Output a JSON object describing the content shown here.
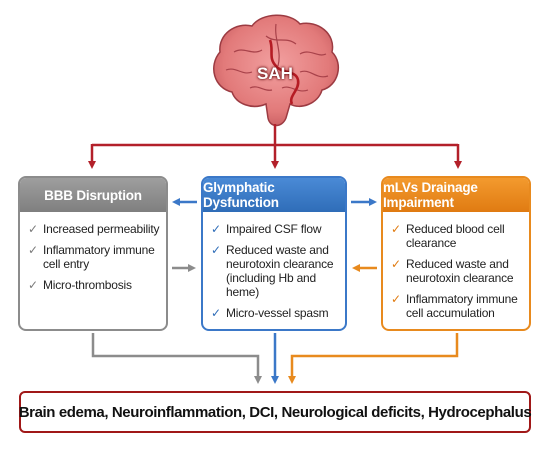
{
  "center": {
    "label": "SAH",
    "icon": "brain-icon"
  },
  "boxes": [
    {
      "title": "BBB Disruption",
      "color": "#8c8c8c",
      "items": [
        "Increased permeability",
        "Inflammatory immune cell entry",
        "Micro-thrombosis"
      ]
    },
    {
      "title": "Glymphatic Dysfunction",
      "color": "#3b78c8",
      "items": [
        "Impaired CSF flow",
        "Reduced waste and neurotoxin clearance (including Hb and heme)",
        "Micro-vessel spasm"
      ]
    },
    {
      "title": "mLVs Drainage Impairment",
      "color": "#e88a1e",
      "items": [
        "Reduced blood cell clearance",
        "Reduced waste and neurotoxin clearance",
        "Inflammatory immune cell accumulation"
      ]
    }
  ],
  "outcome": {
    "text": "Brain edema, Neuroinflammation, DCI, Neurological deficits, Hydrocephalus",
    "color": "#a01818"
  },
  "colors": {
    "sah_arrow": "#b3202a",
    "bbb": "#8c8c8c",
    "glymphatic": "#3b78c8",
    "mlv": "#e88a1e"
  }
}
